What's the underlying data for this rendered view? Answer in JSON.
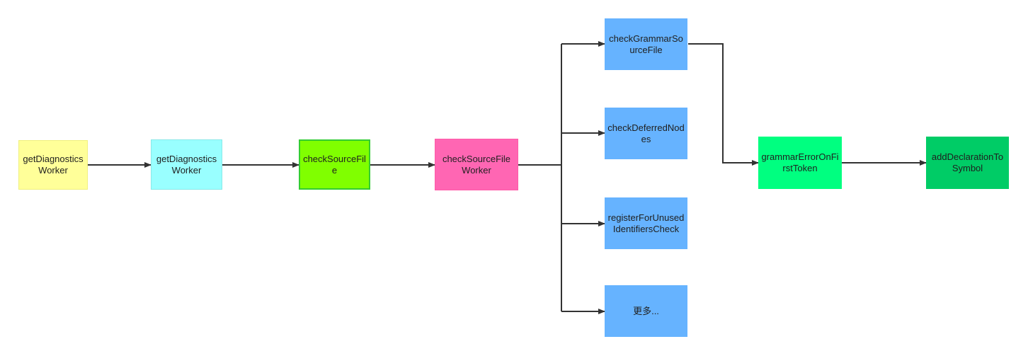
{
  "nodes": {
    "get_diagnostics_worker_1": {
      "label": "getDiagnosticsWorker",
      "fill": "#ffff99"
    },
    "get_diagnostics_worker_2": {
      "label": "getDiagnosticsWorker",
      "fill": "#99ffff"
    },
    "check_source_file": {
      "label": "checkSourceFile",
      "fill": "#80ff00"
    },
    "check_source_file_worker": {
      "label": "checkSourceFileWorker",
      "fill": "#ff66b3"
    },
    "check_grammar_source_file": {
      "label": "checkGrammarSourceFile",
      "fill": "#66b3ff"
    },
    "check_deferred_nodes": {
      "label": "checkDeferredNodes",
      "fill": "#66b3ff"
    },
    "register_for_unused_identifiers_check": {
      "label": "registerForUnusedIdentifiersCheck",
      "fill": "#66b3ff"
    },
    "more": {
      "label": "更多...",
      "fill": "#66b3ff"
    },
    "grammar_error_on_first_token": {
      "label": "grammarErrorOnFirstToken",
      "fill": "#00ff80"
    },
    "add_declaration_to_symbol": {
      "label": "addDeclarationToSymbol",
      "fill": "#00cc66"
    }
  },
  "edges": [
    {
      "from": "get_diagnostics_worker_1",
      "to": "get_diagnostics_worker_2"
    },
    {
      "from": "get_diagnostics_worker_2",
      "to": "check_source_file"
    },
    {
      "from": "check_source_file",
      "to": "check_source_file_worker"
    },
    {
      "from": "check_source_file_worker",
      "to": "check_grammar_source_file"
    },
    {
      "from": "check_source_file_worker",
      "to": "check_deferred_nodes"
    },
    {
      "from": "check_source_file_worker",
      "to": "register_for_unused_identifiers_check"
    },
    {
      "from": "check_source_file_worker",
      "to": "more"
    },
    {
      "from": "check_grammar_source_file",
      "to": "grammar_error_on_first_token"
    },
    {
      "from": "grammar_error_on_first_token",
      "to": "add_declaration_to_symbol"
    }
  ]
}
